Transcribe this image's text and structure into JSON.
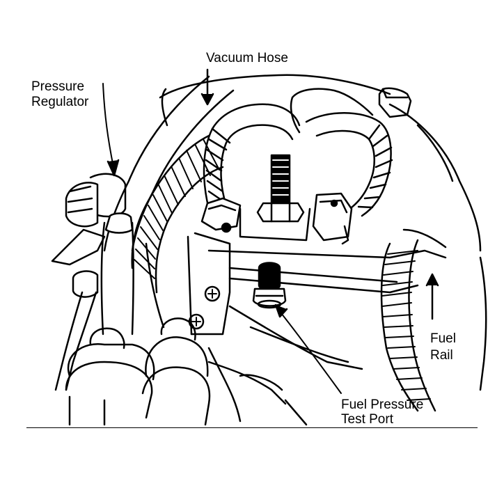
{
  "labels": {
    "vacuum_hose": "Vacuum Hose",
    "pressure_regulator_line1": "Pressure",
    "pressure_regulator_line2": "Regulator",
    "fuel_rail_line1": "Fuel",
    "fuel_rail_line2": "Rail",
    "test_port_line1": "Fuel Pressure",
    "test_port_line2": "Test Port"
  },
  "colors": {
    "ink": "#000000",
    "paper": "#ffffff"
  }
}
